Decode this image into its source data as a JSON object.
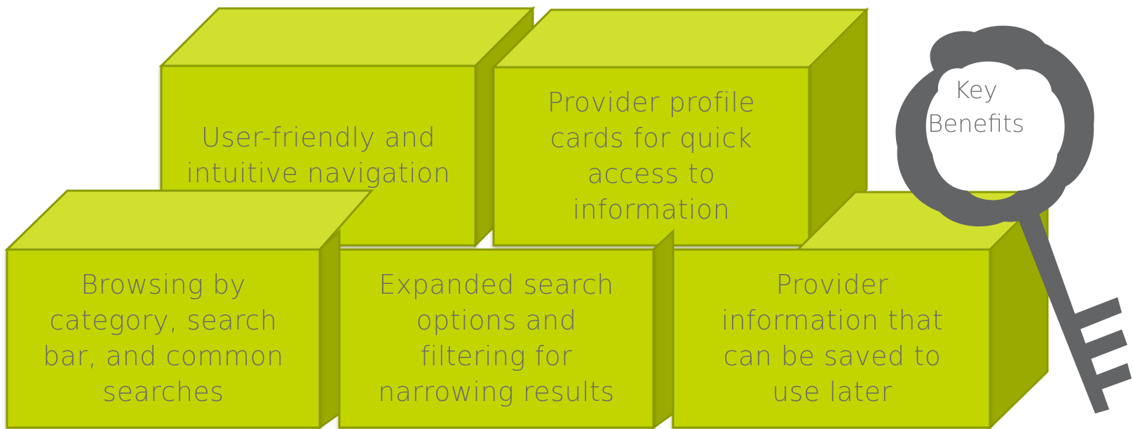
{
  "colors": {
    "front": "#c2d500",
    "top": "#d1e02f",
    "side": "#9aaa00",
    "edge": "#8a9a00",
    "key": "#636466",
    "text": "#6b6b6b"
  },
  "boxes": [
    {
      "id": "user-friendly",
      "text": "User-friendly and intuitive navigation"
    },
    {
      "id": "provider-profile",
      "text": "Provider profile cards for quick access to information"
    },
    {
      "id": "browsing",
      "text": "Browsing by category, search bar, and common searches"
    },
    {
      "id": "expanded-search",
      "text": "Expanded search options and filtering for narrowing results"
    },
    {
      "id": "provider-info",
      "text": "Provider information that can be saved to use later"
    }
  ],
  "key": {
    "icon": "key-icon",
    "label": "Key Benefits"
  }
}
